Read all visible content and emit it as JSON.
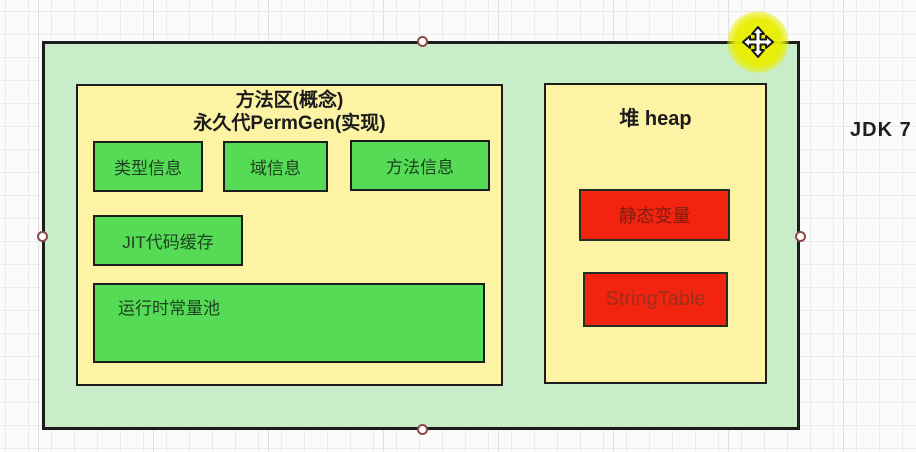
{
  "diagram": {
    "annotation": "JDK 7",
    "method_area": {
      "title_lines": [
        "方法区(概念)",
        "永久代PermGen(实现)"
      ],
      "boxes": [
        {
          "label": "类型信息"
        },
        {
          "label": "域信息"
        },
        {
          "label": "方法信息"
        },
        {
          "label": "JIT代码缓存"
        },
        {
          "label": "运行时常量池"
        }
      ]
    },
    "heap": {
      "title": "堆 heap",
      "boxes": [
        {
          "label": "静态变量"
        },
        {
          "label": "StringTable"
        }
      ]
    }
  },
  "cursor": {
    "icon": "move-cursor"
  },
  "selection": {
    "handle_count": 4
  },
  "colors": {
    "outer_fill": "#c9ecc9",
    "panel_fill": "#fcf3a4",
    "green_fill": "#55db55",
    "red_fill": "#f2240f",
    "border": "#1c1c1c",
    "handle_ring": "#8d4848",
    "cursor_highlight": "#e9ee00"
  }
}
